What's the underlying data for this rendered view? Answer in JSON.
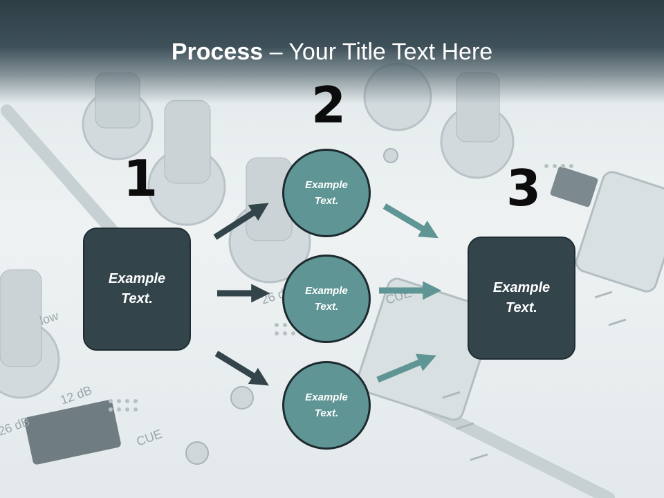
{
  "title": {
    "bold": "Process",
    "rest": " – Your Title Text Here"
  },
  "steps": [
    {
      "number": "1",
      "label": "Example Text."
    },
    {
      "number": "2",
      "items": [
        "Example Text.",
        "Example Text.",
        "Example Text."
      ]
    },
    {
      "number": "3",
      "label": "Example Text."
    }
  ],
  "colors": {
    "dark_box": "#33444b",
    "teal_circle": "#5f9594",
    "dark_arrow": "#33444b",
    "teal_arrow": "#5f9594",
    "title_bar": "#34464e"
  },
  "background": {
    "texts": [
      "low",
      "12 dB",
      "26 dB",
      "CUE",
      "26 dB",
      "CUE"
    ]
  }
}
